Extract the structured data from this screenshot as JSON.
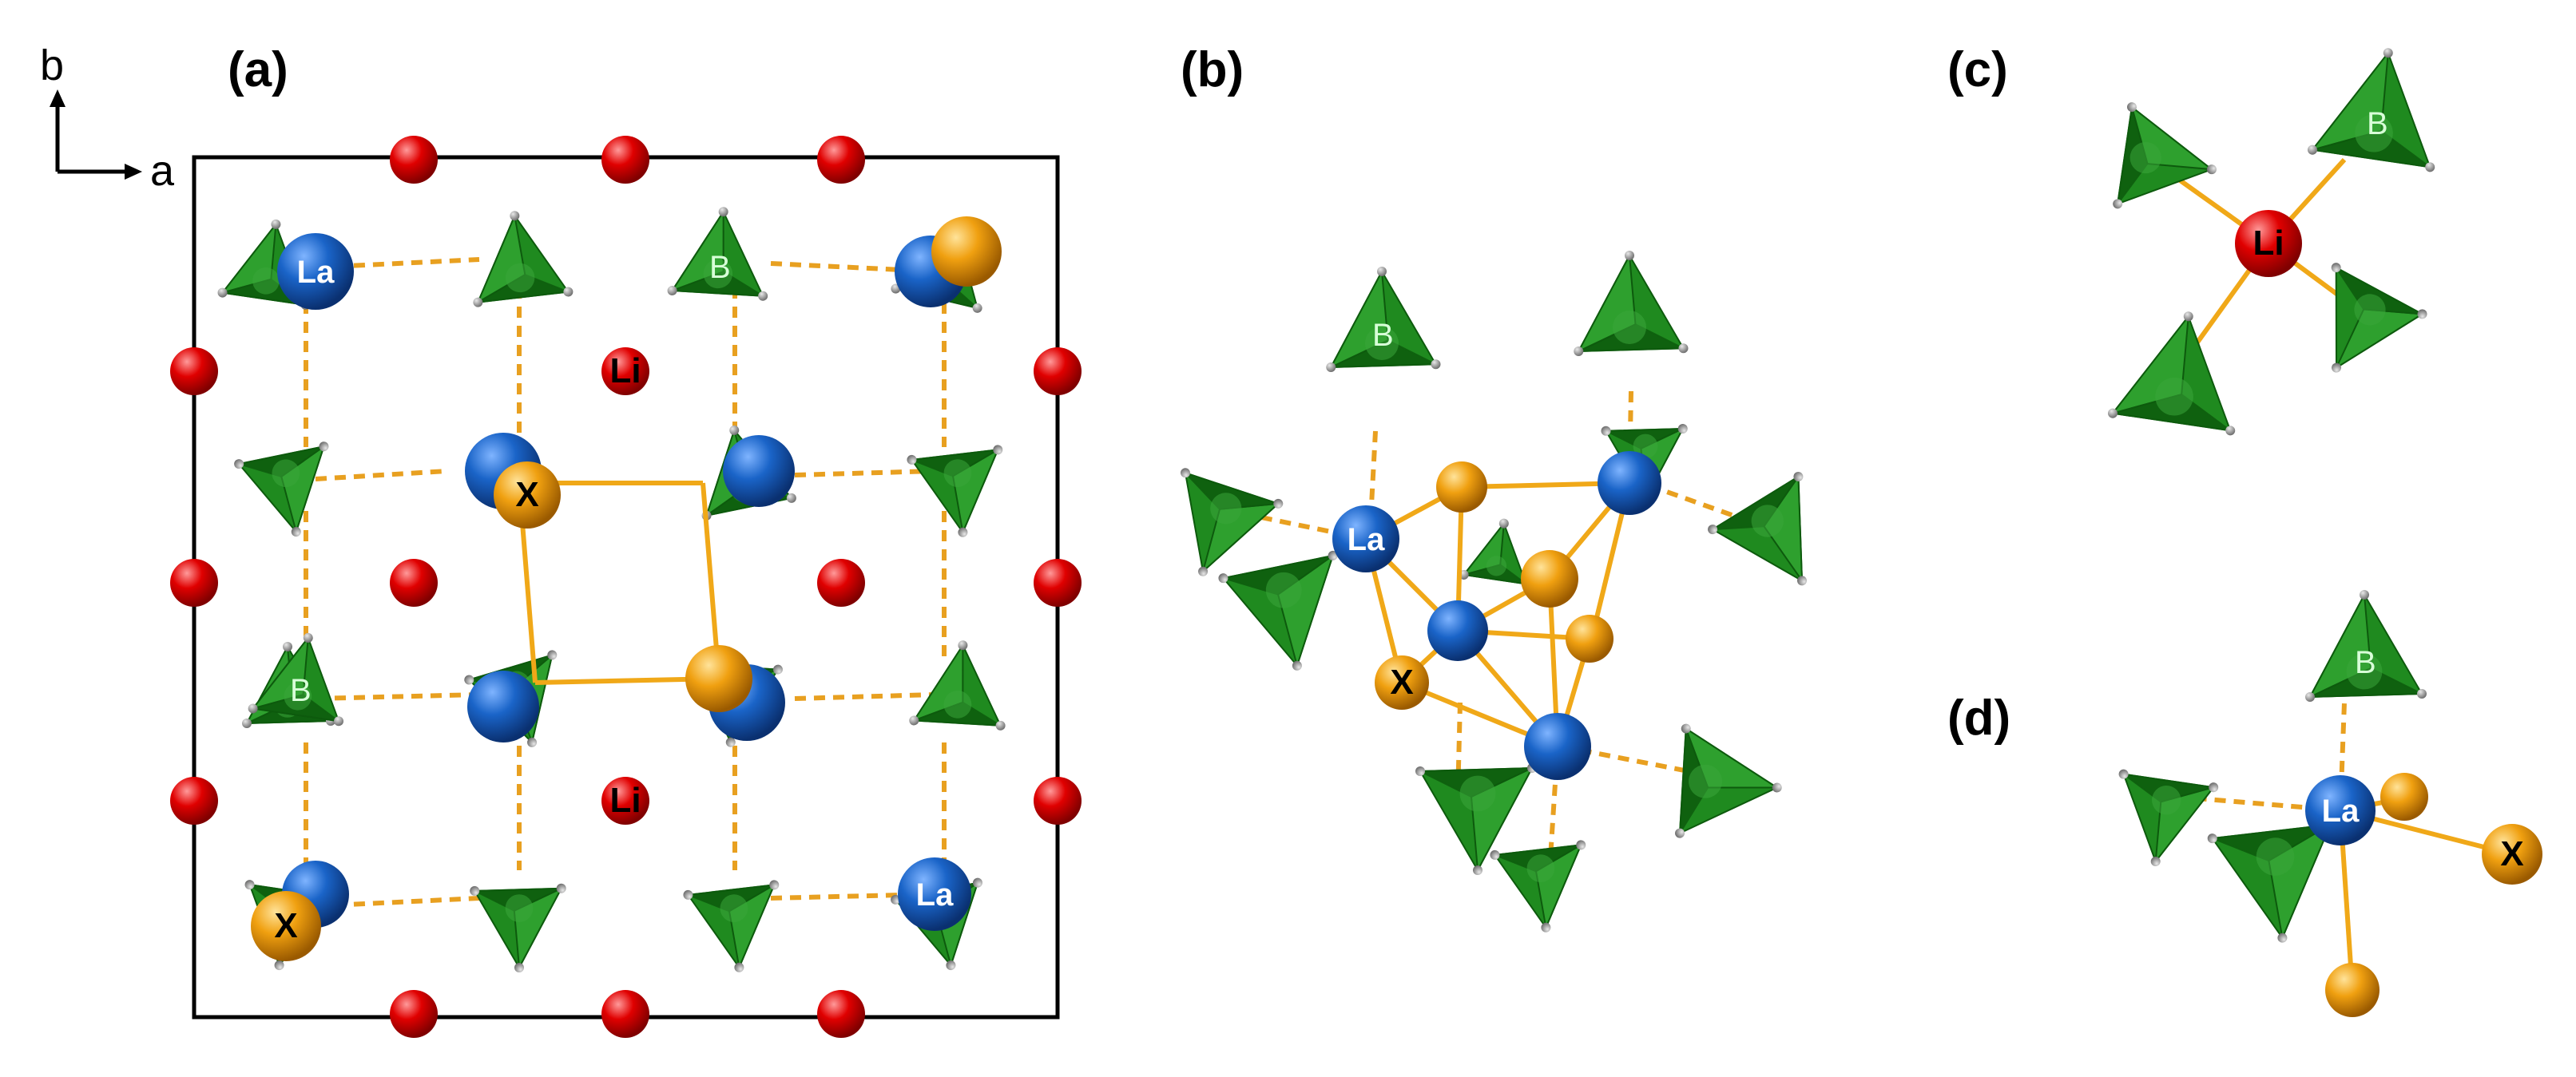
{
  "panels": {
    "a": "(a)",
    "b": "(b)",
    "c": "(c)",
    "d": "(d)"
  },
  "axes": {
    "b": "b",
    "a": "a"
  },
  "atom_labels": {
    "la": "La",
    "li": "Li",
    "x": "X",
    "b": "B"
  },
  "colors": {
    "la": "#1a64c8",
    "li": "#e00000",
    "x": "#f0a010",
    "tetrahedron": "#1f8a1f",
    "tetrahedron_dark": "#0d5a0d",
    "bond": "#f0a818",
    "vertex": "#8c8c8c"
  }
}
